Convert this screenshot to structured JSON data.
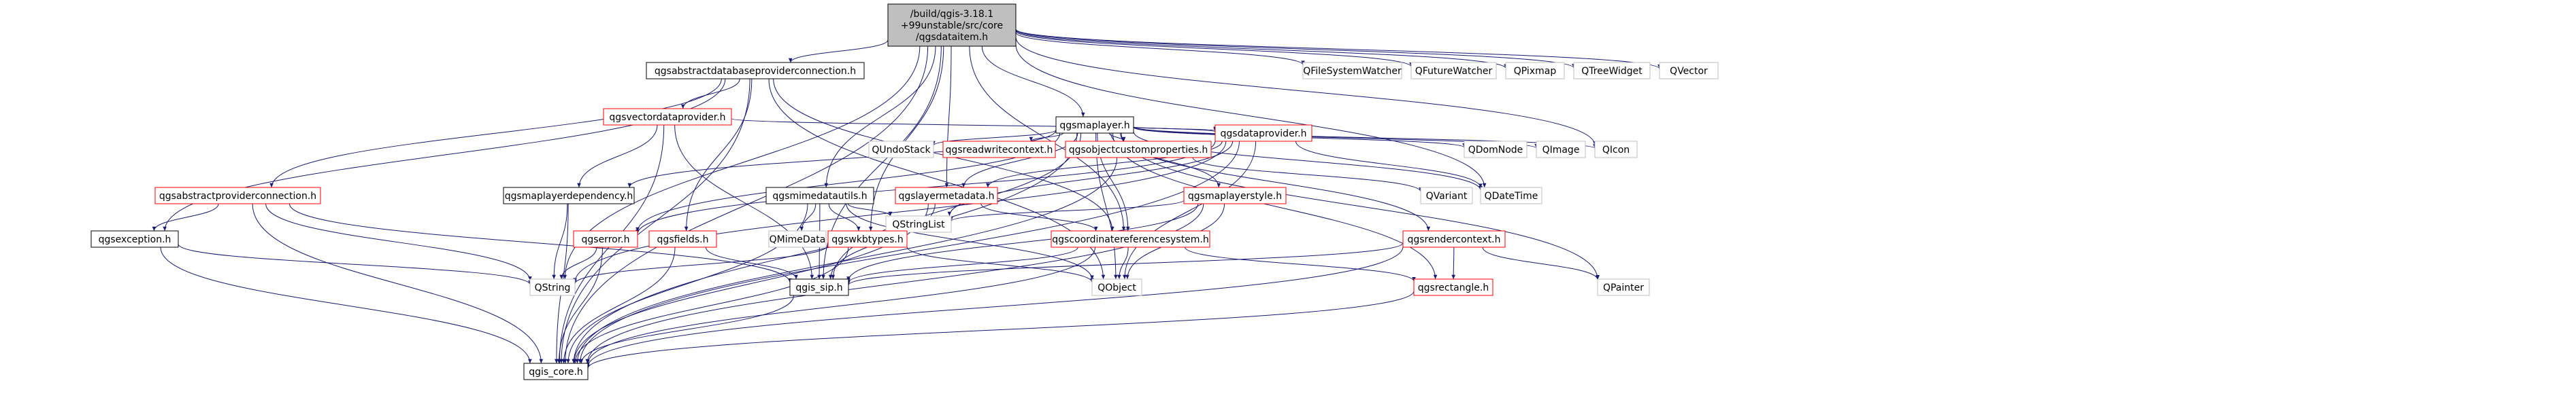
{
  "graph": {
    "nodes": {
      "root": {
        "lines": [
          "/build/qgis-3.18.1",
          "+99unstable/src/core",
          "/qgsdataitem.h"
        ],
        "style": "root"
      },
      "adbpc": {
        "lines": [
          "qgsabstractdatabaseproviderconnection.h"
        ],
        "style": "normal"
      },
      "fsw": {
        "lines": [
          "QFileSystemWatcher"
        ],
        "style": "external"
      },
      "fwatch": {
        "lines": [
          "QFutureWatcher"
        ],
        "style": "external"
      },
      "qpix": {
        "lines": [
          "QPixmap"
        ],
        "style": "external"
      },
      "qtw": {
        "lines": [
          "QTreeWidget"
        ],
        "style": "external"
      },
      "qvec": {
        "lines": [
          "QVector"
        ],
        "style": "external"
      },
      "vdp": {
        "lines": [
          "qgsvectordataprovider.h"
        ],
        "style": "red"
      },
      "maplayer": {
        "lines": [
          "qgsmaplayer.h"
        ],
        "style": "normal"
      },
      "dataprov": {
        "lines": [
          "qgsdataprovider.h"
        ],
        "style": "red"
      },
      "qundo": {
        "lines": [
          "QUndoStack"
        ],
        "style": "external"
      },
      "rwctx": {
        "lines": [
          "qgsreadwritecontext.h"
        ],
        "style": "red"
      },
      "objprops": {
        "lines": [
          "qgsobjectcustomproperties.h"
        ],
        "style": "red"
      },
      "qdom": {
        "lines": [
          "QDomNode"
        ],
        "style": "external"
      },
      "qimage": {
        "lines": [
          "QImage"
        ],
        "style": "external"
      },
      "qicon": {
        "lines": [
          "QIcon"
        ],
        "style": "external"
      },
      "apc": {
        "lines": [
          "qgsabstractproviderconnection.h"
        ],
        "style": "red"
      },
      "mldep": {
        "lines": [
          "qgsmaplayerdependency.h"
        ],
        "style": "normal"
      },
      "mimeutils": {
        "lines": [
          "qgsmimedatautils.h"
        ],
        "style": "normal"
      },
      "lmeta": {
        "lines": [
          "qgslayermetadata.h"
        ],
        "style": "red"
      },
      "mlstyle": {
        "lines": [
          "qgsmaplayerstyle.h"
        ],
        "style": "red"
      },
      "qvariant": {
        "lines": [
          "QVariant"
        ],
        "style": "external"
      },
      "qdatetime": {
        "lines": [
          "QDateTime"
        ],
        "style": "external"
      },
      "qsl": {
        "lines": [
          "QStringList"
        ],
        "style": "external"
      },
      "qexc": {
        "lines": [
          "qgsexception.h"
        ],
        "style": "normal"
      },
      "qerr": {
        "lines": [
          "qgserror.h"
        ],
        "style": "red"
      },
      "qfields": {
        "lines": [
          "qgsfields.h"
        ],
        "style": "red"
      },
      "qmime": {
        "lines": [
          "QMimeData"
        ],
        "style": "external"
      },
      "wkb": {
        "lines": [
          "qgswkbtypes.h"
        ],
        "style": "red"
      },
      "crs": {
        "lines": [
          "qgscoordinatereferencesystem.h"
        ],
        "style": "red"
      },
      "rctx": {
        "lines": [
          "qgsrendercontext.h"
        ],
        "style": "red"
      },
      "qstring": {
        "lines": [
          "QString"
        ],
        "style": "external"
      },
      "sip": {
        "lines": [
          "qgis_sip.h"
        ],
        "style": "normal"
      },
      "qobject": {
        "lines": [
          "QObject"
        ],
        "style": "external"
      },
      "rect": {
        "lines": [
          "qgsrectangle.h"
        ],
        "style": "red"
      },
      "qpainter": {
        "lines": [
          "QPainter"
        ],
        "style": "external"
      },
      "core": {
        "lines": [
          "qgis_core.h"
        ],
        "style": "normal"
      }
    },
    "edges": [
      [
        "root",
        "adbpc"
      ],
      [
        "root",
        "fsw"
      ],
      [
        "root",
        "fwatch"
      ],
      [
        "root",
        "qpix"
      ],
      [
        "root",
        "qtw"
      ],
      [
        "root",
        "qvec"
      ],
      [
        "root",
        "maplayer"
      ],
      [
        "root",
        "qicon"
      ],
      [
        "root",
        "qdatetime"
      ],
      [
        "root",
        "mimeutils"
      ],
      [
        "root",
        "wkb"
      ],
      [
        "root",
        "crs"
      ],
      [
        "root",
        "sip"
      ],
      [
        "root",
        "qstring"
      ],
      [
        "root",
        "core"
      ],
      [
        "root",
        "lmeta"
      ],
      [
        "adbpc",
        "vdp"
      ],
      [
        "adbpc",
        "apc"
      ],
      [
        "adbpc",
        "qexc"
      ],
      [
        "adbpc",
        "qfields"
      ],
      [
        "adbpc",
        "qobject"
      ],
      [
        "adbpc",
        "crs"
      ],
      [
        "adbpc",
        "core"
      ],
      [
        "vdp",
        "mldep"
      ],
      [
        "vdp",
        "dataprov"
      ],
      [
        "vdp",
        "sip"
      ],
      [
        "vdp",
        "core"
      ],
      [
        "maplayer",
        "dataprov"
      ],
      [
        "maplayer",
        "qundo"
      ],
      [
        "maplayer",
        "rwctx"
      ],
      [
        "maplayer",
        "objprops"
      ],
      [
        "maplayer",
        "qdom"
      ],
      [
        "maplayer",
        "qimage"
      ],
      [
        "maplayer",
        "qicon"
      ],
      [
        "maplayer",
        "mldep"
      ],
      [
        "maplayer",
        "lmeta"
      ],
      [
        "maplayer",
        "mlstyle"
      ],
      [
        "maplayer",
        "qdatetime"
      ],
      [
        "maplayer",
        "rctx"
      ],
      [
        "maplayer",
        "crs"
      ],
      [
        "maplayer",
        "sip"
      ],
      [
        "maplayer",
        "qobject"
      ],
      [
        "maplayer",
        "rect"
      ],
      [
        "maplayer",
        "qpainter"
      ],
      [
        "maplayer",
        "qerr"
      ],
      [
        "maplayer",
        "core"
      ],
      [
        "dataprov",
        "qerr"
      ],
      [
        "dataprov",
        "lmeta"
      ],
      [
        "dataprov",
        "qdatetime"
      ],
      [
        "dataprov",
        "qsl"
      ],
      [
        "dataprov",
        "qobject"
      ],
      [
        "dataprov",
        "qstring"
      ],
      [
        "dataprov",
        "core"
      ],
      [
        "objprops",
        "qvariant"
      ],
      [
        "objprops",
        "core"
      ],
      [
        "apc",
        "qexc"
      ],
      [
        "apc",
        "qstring"
      ],
      [
        "apc",
        "sip"
      ],
      [
        "apc",
        "core"
      ],
      [
        "mldep",
        "qstring"
      ],
      [
        "mldep",
        "core"
      ],
      [
        "mimeutils",
        "qmime"
      ],
      [
        "mimeutils",
        "qsl"
      ],
      [
        "mimeutils",
        "sip"
      ],
      [
        "mimeutils",
        "core"
      ],
      [
        "mimeutils",
        "wkb"
      ],
      [
        "mimeutils",
        "qobject"
      ],
      [
        "lmeta",
        "crs"
      ],
      [
        "lmeta",
        "sip"
      ],
      [
        "lmeta",
        "core"
      ],
      [
        "mlstyle",
        "qsl"
      ],
      [
        "mlstyle",
        "sip"
      ],
      [
        "mlstyle",
        "qobject"
      ],
      [
        "mlstyle",
        "core"
      ],
      [
        "qexc",
        "qstring"
      ],
      [
        "qexc",
        "core"
      ],
      [
        "qerr",
        "qstring"
      ],
      [
        "qerr",
        "core"
      ],
      [
        "qfields",
        "sip"
      ],
      [
        "qfields",
        "core"
      ],
      [
        "wkb",
        "qstring"
      ],
      [
        "wkb",
        "qobject"
      ],
      [
        "wkb",
        "core"
      ],
      [
        "crs",
        "sip"
      ],
      [
        "crs",
        "qobject"
      ],
      [
        "crs",
        "rect"
      ],
      [
        "crs",
        "core"
      ],
      [
        "rctx",
        "rect"
      ],
      [
        "rctx",
        "qpainter"
      ],
      [
        "rctx",
        "sip"
      ],
      [
        "rctx",
        "core"
      ],
      [
        "rect",
        "core"
      ],
      [
        "sip",
        "core"
      ]
    ]
  }
}
